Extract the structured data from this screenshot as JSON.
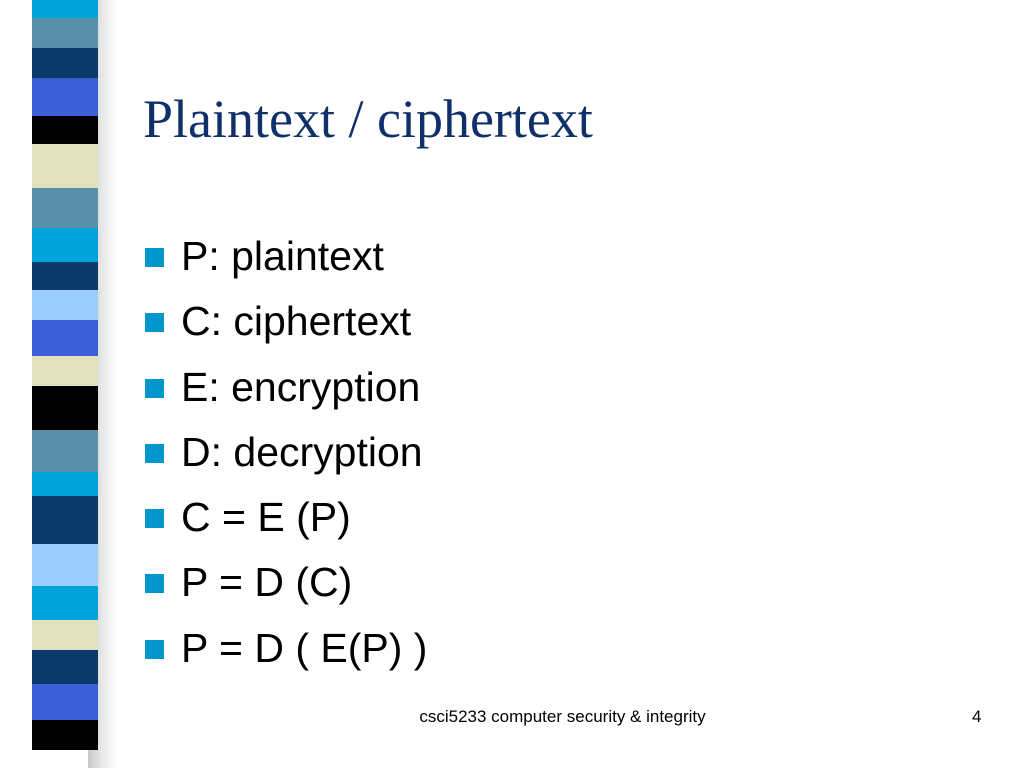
{
  "slide": {
    "title": "Plaintext / ciphertext",
    "bullets": [
      "P: plaintext",
      "C: ciphertext",
      "E: encryption",
      "D: decryption",
      "C = E (P)",
      "P = D (C)",
      "P = D ( E(P) )"
    ],
    "footer": "csci5233 computer security & integrity",
    "page_number": "4"
  },
  "colors": {
    "title": "#0f3069",
    "bullet_marker": "#0096cc",
    "strip_palette": [
      "#00a3dc",
      "#5a8fa8",
      "#0b3a6a",
      "#3b5fd6",
      "#000000",
      "#e2e1bf",
      "#9ccdff"
    ]
  }
}
